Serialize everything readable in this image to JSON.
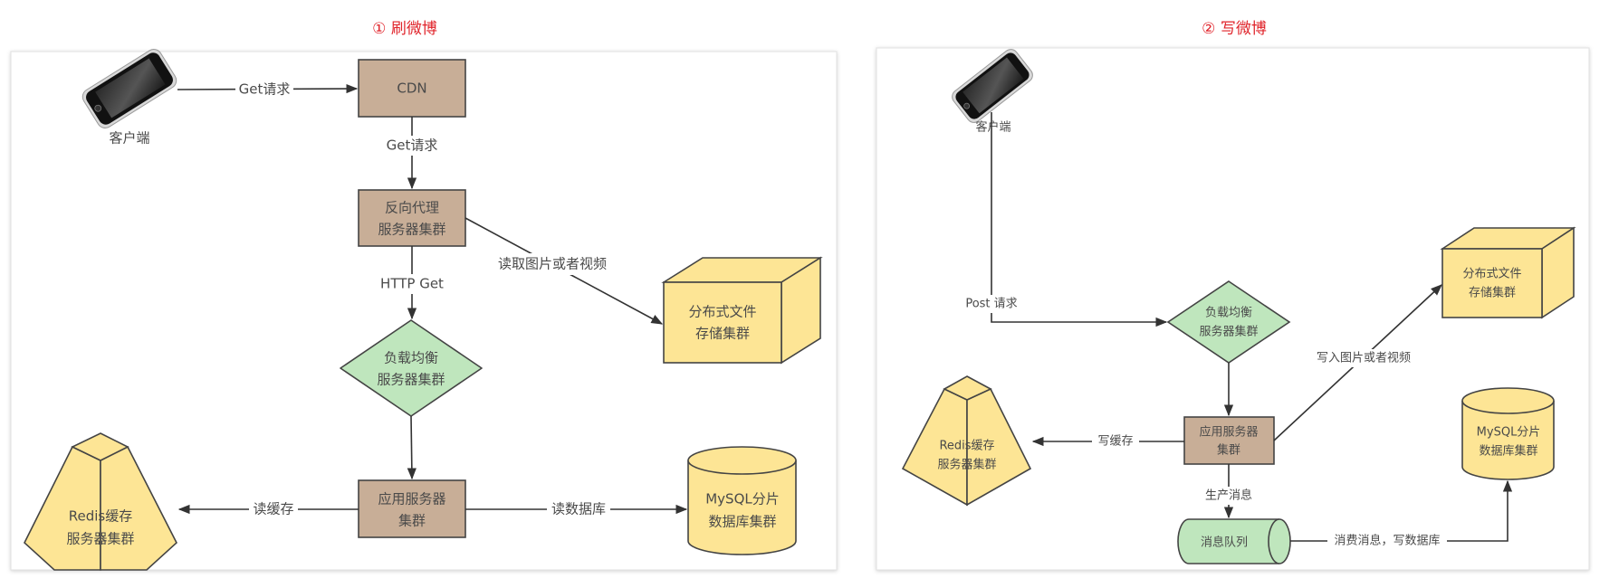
{
  "colors": {
    "title": "#e0232a",
    "server_box": "#c8ae97",
    "load_balancer": "#bfe6bd",
    "storage": "#fde595",
    "edge": "#333333",
    "text": "#4a4a4a"
  },
  "panels": [
    {
      "title": "① 刷微博",
      "nodes": {
        "client": "客户端",
        "cdn": "CDN",
        "proxy": [
          "反向代理",
          "服务器集群"
        ],
        "lb": [
          "负载均衡",
          "服务器集群"
        ],
        "app": [
          "应用服务器",
          "集群"
        ],
        "file_store": [
          "分布式文件",
          "存储集群"
        ],
        "redis": [
          "Redis缓存",
          "服务器集群"
        ],
        "mysql": [
          "MySQL分片",
          "数据库集群"
        ]
      },
      "edges": {
        "client_cdn": "Get请求",
        "cdn_proxy": "Get请求",
        "proxy_lb": "HTTP Get",
        "proxy_file": "读取图片或者视频",
        "app_redis": "读缓存",
        "app_mysql": "读数据库"
      }
    },
    {
      "title": "② 写微博",
      "nodes": {
        "client": "客户端",
        "lb": [
          "负载均衡",
          "服务器集群"
        ],
        "app": [
          "应用服务器",
          "集群"
        ],
        "file_store": [
          "分布式文件",
          "存储集群"
        ],
        "redis": [
          "Redis缓存",
          "服务器集群"
        ],
        "mysql": [
          "MySQL分片",
          "数据库集群"
        ],
        "mq": "消息队列"
      },
      "edges": {
        "client_lb": "Post 请求",
        "app_file": "写入图片或者视频",
        "app_redis": "写缓存",
        "app_mq": "生产消息",
        "mq_mysql": "消费消息，写数据库"
      }
    }
  ]
}
